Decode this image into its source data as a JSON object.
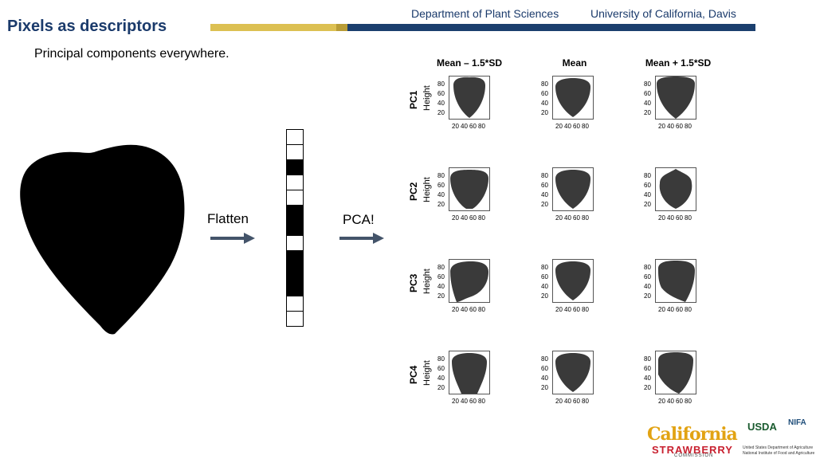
{
  "header": {
    "title": "Pixels as descriptors",
    "department": "Department of Plant Sciences",
    "university": "University of California, Davis",
    "colors": {
      "navy": "#1b3f6e",
      "gold": "#dcc052"
    }
  },
  "subtitle": "Principal components everywhere.",
  "diagram": {
    "flatten_label": "Flatten",
    "pca_label": "PCA!",
    "vector_cells": [
      false,
      false,
      true,
      false,
      false,
      true,
      true,
      false,
      true,
      true,
      true,
      false,
      false
    ],
    "arrow_color": "#44546a"
  },
  "pca_grid": {
    "column_headers": [
      "Mean – 1.5*SD",
      "Mean",
      "Mean + 1.5*SD"
    ],
    "row_labels": [
      "PC1",
      "PC2",
      "PC3",
      "PC4"
    ],
    "y_axis_label": "Height",
    "y_ticks": [
      "80",
      "60",
      "40",
      "20"
    ],
    "x_ticks": [
      "20",
      "40",
      "60",
      "80"
    ],
    "shape_fill": "#3a3a3a"
  },
  "logos": {
    "california": "California",
    "strawberry": "STRAWBERRY",
    "commission": "COMMISSION",
    "usda": "USDA",
    "nifa": "NIFA",
    "usda_line1": "United States Department of Agriculture",
    "usda_line2": "National Institute of Food and Agriculture"
  }
}
